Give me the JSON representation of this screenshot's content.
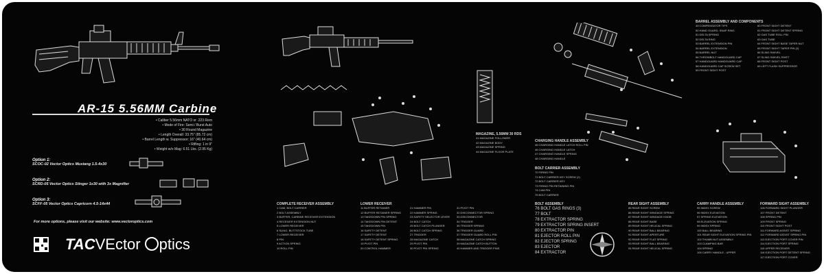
{
  "title": "AR-15 5.56MM Carbine",
  "specs": [
    "• Caliber 5.56mm NATO or .223 Rem",
    "• Mode of Fire: Semi / Burst Auto",
    "• 30 Round Magazine",
    "• Length Overall: 33.75\" (85.72 cm)",
    "• Barrel Length w. Suppressor: 16\" (40.64 cm)",
    "• Rifling: 1 in 9\"",
    "• Weight w/o Mag: 6.51 Lbs. (2.95 Kg)"
  ],
  "options": [
    {
      "heading": "Option 1:",
      "detail": "SCOC-02 Vector Optics Mustang 1.5-4x30"
    },
    {
      "heading": "Option 2:",
      "detail": "SCRD-05 Vector Optics Stinger 1x30 with 3x Magnifier"
    },
    {
      "heading": "Option 3:",
      "detail": "SCFF-05 Vector Optics Capricorn 4.5-14x44"
    }
  ],
  "more_options": "For more options, please visit our website: www.vectoroptics.com",
  "brand": {
    "tac": "TAC",
    "vector": "VEctor",
    "optics": "ptics"
  },
  "sections": {
    "complete_rs": {
      "heading": "COMPLETE  RECEIVER  ASSEMBLY",
      "items": [
        "1  CAM, BOLT CARRIER",
        "2  BOLT ASSEMBLY",
        "3  BUFFER, CARBINE RECEIVER EXTENSION",
        "4  RECEIVER EXTENSION NUT",
        "5  LOWER RECEIVER",
        "6  SLING, BUTTSTOCK TUBE",
        "7  LOWER RECEIVER",
        "8  PIN",
        "9  ACTION SPRING",
        "10  ROLL PIN"
      ]
    },
    "lower_receiver": {
      "heading": "LOWER  RECEIVER",
      "items": [
        "11  BUFFER RETAINER",
        "12  BUFFER RETAINER SPRING",
        "13  TAKEDOWN PIN SPRING",
        "14  TAKEDOWN PIN DETENT",
        "15  TAKEDOWN PIN",
        "16  SAFETY DETENT",
        "17  SAFETY DETENT",
        "18  SAFETY DETENT SPRING",
        "19  PIVOT PIN",
        "20  CONTROL HAMMER"
      ]
    },
    "lower_b": {
      "heading": "",
      "items": [
        "21  HAMMER PIN",
        "22  HAMMER SPRING",
        "23  SAFETY SELECTOR LEVER",
        "24  BOLT CATCH",
        "25  BOLT CATCH PLUNGER",
        "26  BOLT CATCH SPRING",
        "27  TRIGGER",
        "28  MAGAZINE CATCH",
        "29  PIVOT PIN",
        "30  PIVOT PIN SPRING"
      ]
    },
    "lower_c": {
      "heading": "",
      "items": [
        "31  PIVOT PIN",
        "32  DISCONNECTOR SPRING",
        "33  DISCONNECTOR",
        "34  TRIGGER",
        "35  TRIGGER SPRING",
        "36  TRIGGER GUARD",
        "37  TRIGGER GUARD ROLL PIN",
        "38  MAGAZINE CATCH SPRING",
        "39  MAGAZINE CATCH BUTTON",
        "40  HAMMER AND TRIGGER PINS"
      ]
    },
    "magazine": {
      "heading": "MAGAZINE, 5.56MM 30 RDS",
      "items": [
        "41  MAGAZINE FOLLOWER",
        "42  MAGAZINE BODY",
        "43  MAGAZINE SPRING",
        "44  MAGAZINE FLOOR PLATE"
      ]
    },
    "charging_handle": {
      "heading": "CHARGING  HANDLE  ASSEMBLY",
      "items": [
        "45  CHARGING HANDLE LATCH ROLL PIN",
        "46  CHARGING HANDLE LATCH",
        "47  CHARGING HANDLE SPRING",
        "48  CHARGING HANDLE"
      ]
    },
    "bolt_carrier": {
      "heading": "BOLT CARRIER ASSEMBLY",
      "items": [
        "70  FIRING PIN",
        "71  BOLT CARRIER KEY SCREW (2)",
        "72  BOLT CARRIER KEY",
        "73  FIRING PIN RETAINING PIN",
        "74  CAM PIN",
        "75  BOLT CARRIER"
      ]
    },
    "bolt_assembly": {
      "heading": "BOLT ASSEMBLY",
      "items": [
        "76  BOLT GAS RINGS (3)",
        "77  BOLT",
        "78  EXTRACTOR SPRING",
        "79  EXTRACTOR SPRING INSERT",
        "80  EXTRACTOR PIN",
        "81  EJECTOR ROLL PIN",
        "82  EJECTOR SPRING",
        "83  EJECTOR",
        "84  EXTRACTOR"
      ]
    },
    "rear_sight": {
      "heading": "REAR SIGHT ASSEMBLY",
      "items": [
        "85  REAR SIGHT SCREW",
        "86  REAR SIGHT WINDAGE SPRING",
        "87  REAR SIGHT WINDAGE KNOB",
        "88  REAR SIGHT BASE",
        "89  REAR SIGHT HELICAL SPRING",
        "90  REAR SIGHT BALL BEARING",
        "91  REAR SIGHT APERTURE",
        "92  REAR SIGHT FLAT SPRING",
        "93  REAR SIGHT BALL BEARING",
        "94  REAR SIGHT HELICAL SPRING"
      ]
    },
    "carry_handle": {
      "heading": "CARRY HANDLE ASSEMBLY",
      "items": [
        "95  INDEX SCREW",
        "96  INDEX ELEVATION",
        "97  SPRING ELEVATION",
        "98  ELEVATION SPRING",
        "99  INDEX SPRING",
        "100  BALL BEARING",
        "101  REAR SIGHT ELEVATION SPRING PIN",
        "102  THUMB NUT ASSEMBLY",
        "103  CLAMPING BAR",
        "104  SPRING",
        "105  CARRY HANDLE - UPPER"
      ]
    },
    "forward_sight": {
      "heading": "FORWARD SIGHT ASSEMBLY",
      "items": [
        "106  FORWARD SIGHT PLUNGER",
        "107  FRONT DETENT",
        "108  SPRING PIN",
        "109  FRONT SPRING",
        "110  FRONT SIGHT POST",
        "111  FORWARD ASSIST SPRING",
        "112  FORWARD ASSIST SPRING PIN",
        "113  EJECTION PORT COVER PIN",
        "114  EJECTION PORT SPRING",
        "115  UPPER RECEIVER",
        "116  EJECTION PORT DETENT SPRING",
        "117  EJECTION PORT COVER"
      ]
    },
    "barrel": {
      "heading": "BARREL ASSEMBLY AND COMPONENTS",
      "items": [
        "49  COMPENSATOR TIPS",
        "50  HAND GUARD, SNAP RING",
        "51  DELTA SPRING",
        "52  DELTA RING",
        "53  BARREL EXTENSION PIN",
        "54  BARREL EXTENSION",
        "55  BARREL NUT",
        "56  THROWBOLT HANDGUARD CAP",
        "57  HANDGUARD HANDGUARD CAP",
        "58  HANDGUARD CAP SCREW SET",
        "59  FRONT SIGHT POST"
      ]
    },
    "barrel_b": {
      "heading": "",
      "items": [
        "60  FRONT SIGHT DETENT",
        "61  FRONT SIGHT DETENT SPRING",
        "62  GAS TUBE ROLL PIN",
        "63  GAS TUBE",
        "64  FRONT SIGHT BASE TAPER NUT",
        "65  FRONT SIGHT TAPER PIN (2)",
        "66  SLING SWIVEL",
        "67  SLING SWIVEL RIVET",
        "68  FRONT SIGHT POST",
        "69  LEFT FLASH SUPPRESSOR"
      ]
    }
  }
}
